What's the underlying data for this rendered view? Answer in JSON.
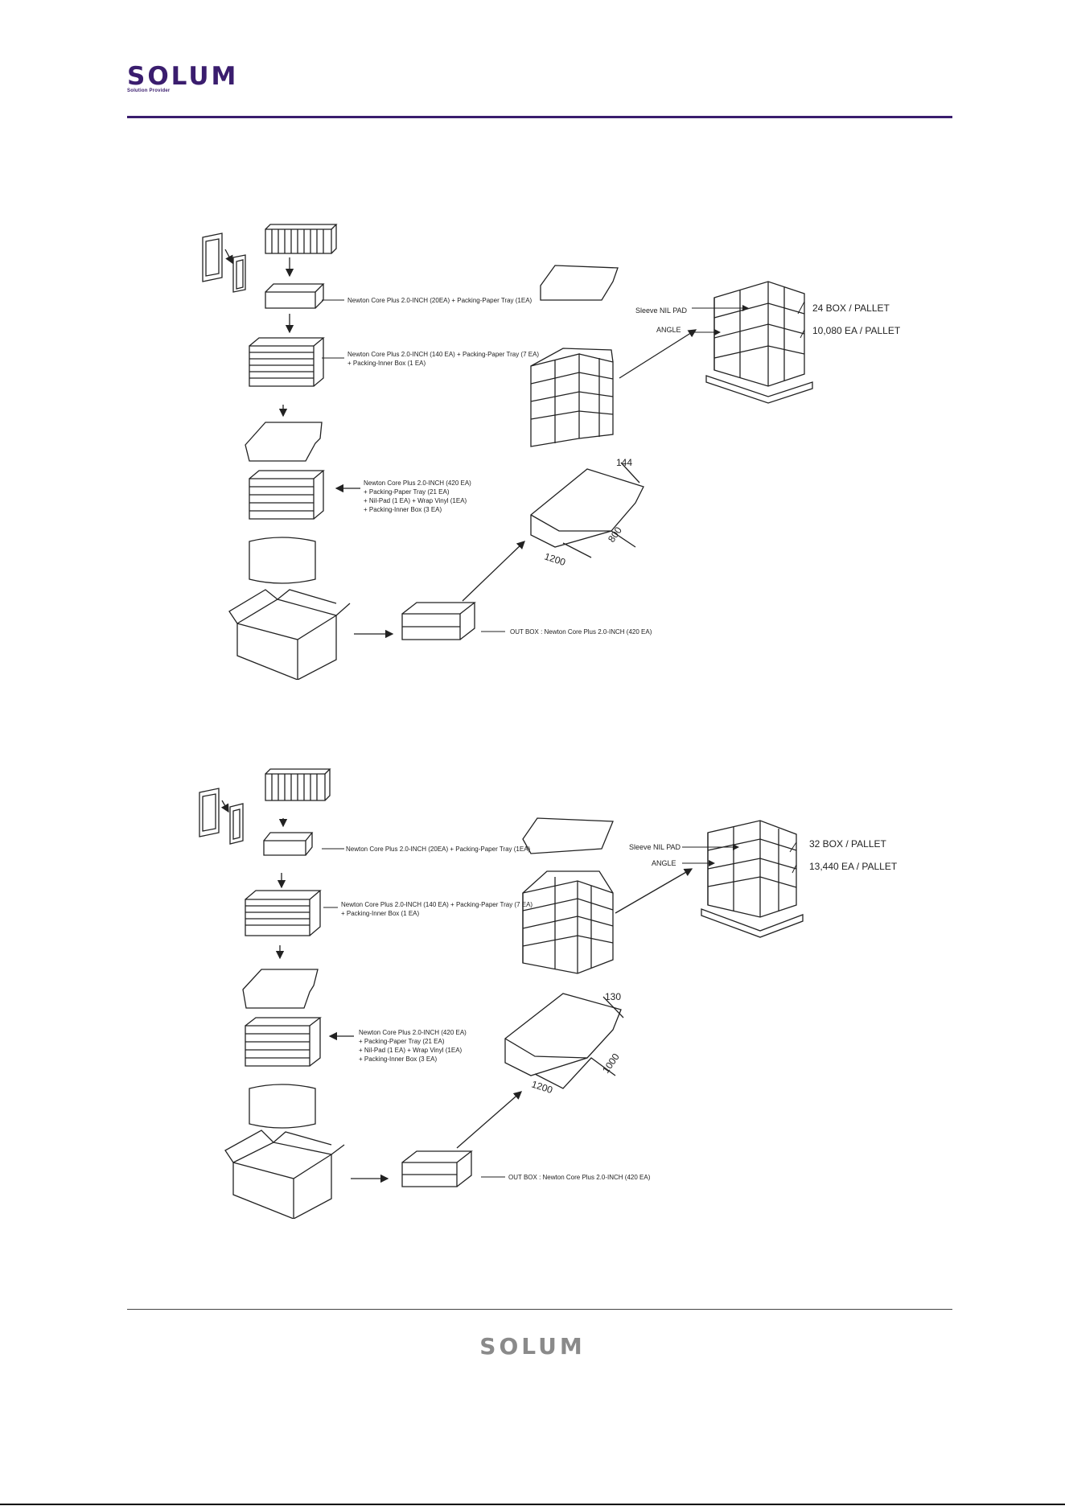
{
  "header": {
    "brand": "SOLUM",
    "tagline": "Solution Provider"
  },
  "footer": {
    "brand": "SOLUM",
    "tiny": ""
  },
  "diagram1": {
    "label_tray": "Newton Core Plus 2.0-INCH (20EA) + Packing-Paper Tray (1EA)",
    "label_inner_1": "Newton Core Plus 2.0-INCH (140 EA) + Packing-Paper Tray (7 EA)",
    "label_inner_2": "+ Packing-Inner Box (1 EA)",
    "label_stack_1": "Newton Core Plus 2.0-INCH (420 EA)",
    "label_stack_2": "+ Packing-Paper Tray (21 EA)",
    "label_stack_3": "+ Nil-Pad (1 EA) + Wrap Vinyl (1EA)",
    "label_stack_4": "+ Packing-Inner Box (3 EA)",
    "label_outbox": "OUT BOX : Newton Core Plus 2.0-INCH (420 EA)",
    "sleeve": "Sleeve NIL PAD",
    "angle": "ANGLE",
    "box_pallet": "24 BOX / PALLET",
    "ea_pallet": "10,080 EA / PALLET",
    "dim_h": "144",
    "dim_w": "1200",
    "dim_d": "800"
  },
  "diagram2": {
    "label_tray": "Newton Core Plus 2.0-INCH (20EA) + Packing-Paper Tray (1EA)",
    "label_inner_1": "Newton Core Plus 2.0-INCH (140 EA) + Packing-Paper Tray (7 EA)",
    "label_inner_2": "+ Packing-Inner Box (1 EA)",
    "label_stack_1": "Newton Core Plus 2.0-INCH (420 EA)",
    "label_stack_2": "+ Packing-Paper Tray (21 EA)",
    "label_stack_3": "+ Nil-Pad (1 EA) + Wrap Vinyl (1EA)",
    "label_stack_4": "+ Packing-Inner Box (3 EA)",
    "label_outbox": "OUT BOX : Newton Core Plus 2.0-INCH (420 EA)",
    "sleeve": "Sleeve NIL PAD",
    "angle": "ANGLE",
    "box_pallet": "32 BOX / PALLET",
    "ea_pallet": "13,440 EA / PALLET",
    "dim_h": "130",
    "dim_w": "1200",
    "dim_d": "1000"
  }
}
